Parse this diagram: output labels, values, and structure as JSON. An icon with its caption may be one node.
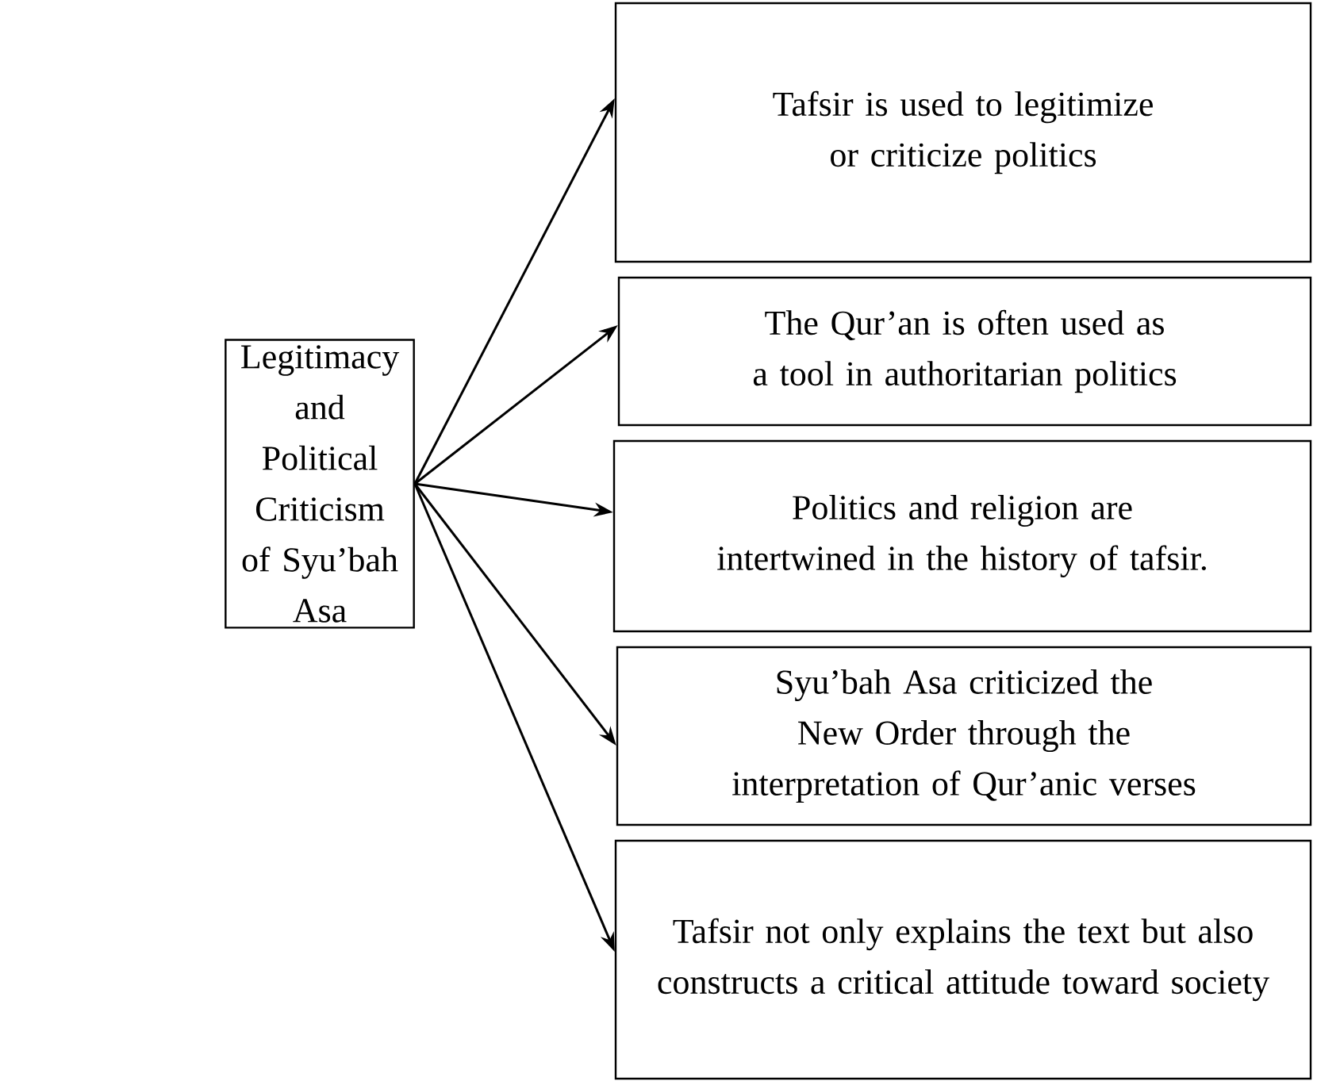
{
  "diagram": {
    "nodes": [
      {
        "text": [
          "Legitimacy and Political Criticism of Syu’bah Asa"
        ]
      },
      {
        "text": [
          "Tafsir is used to legitimize or criticize politics"
        ]
      },
      {
        "text": [
          "The Qur’an is often used as a tool in authoritarian politics"
        ]
      },
      {
        "text": [
          "Politics and religion are intertwined in the history of tafsir."
        ]
      },
      {
        "text": [
          "Syu’bah Asa criticized the New Order through the interpretation of Qur’anic verses"
        ]
      },
      {
        "text": [
          "Tafsir not only explains the text but also constructs a critical attitude toward society"
        ]
      }
    ],
    "edges": [
      {
        "from": 0,
        "to": 1,
        "arrow": "to"
      },
      {
        "from": 0,
        "to": 2,
        "arrow": "to"
      },
      {
        "from": 0,
        "to": 3,
        "arrow": "to"
      },
      {
        "from": 0,
        "to": 4,
        "arrow": "to"
      },
      {
        "from": 0,
        "to": 5,
        "arrow": "to"
      }
    ]
  }
}
